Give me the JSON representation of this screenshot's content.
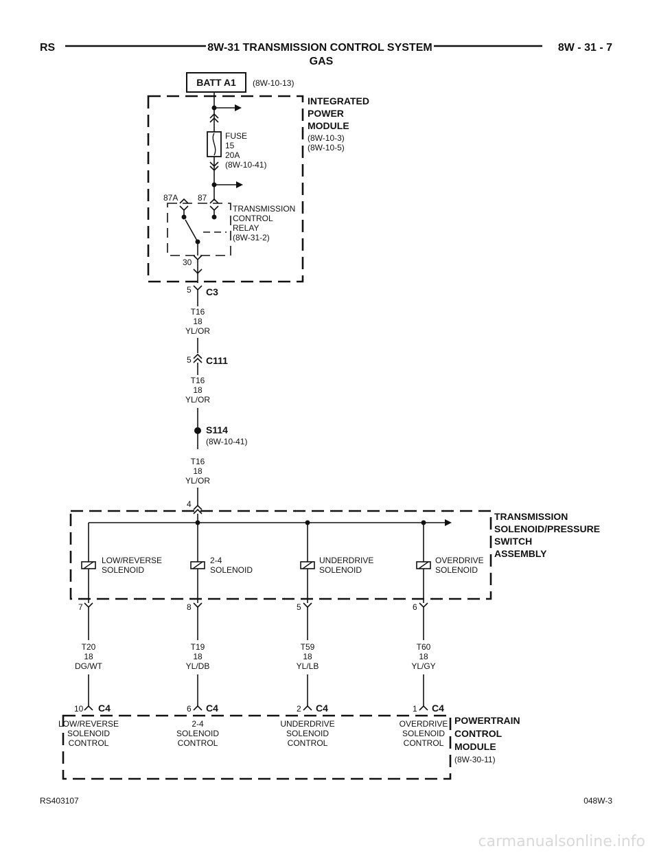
{
  "header": {
    "left": "RS",
    "title_line1": "8W-31 TRANSMISSION CONTROL SYSTEM",
    "title_line2": "GAS",
    "right": "8W - 31 - 7"
  },
  "batt": {
    "label": "BATT A1",
    "ref": "(8W-10-13)"
  },
  "ipm": {
    "line1": "INTEGRATED",
    "line2": "POWER",
    "line3": "MODULE",
    "ref1": "(8W-10-3)",
    "ref2": "(8W-10-5)"
  },
  "fuse": {
    "l1": "FUSE",
    "l2": "15",
    "l3": "20A",
    "l4": "(8W-10-41)"
  },
  "relay": {
    "pin87a": "87A",
    "pin87": "87",
    "pin30": "30",
    "l1": "TRANSMISSION",
    "l2": "CONTROL",
    "l3": "RELAY",
    "l4": "(8W-31-2)"
  },
  "c3": {
    "pin": "5",
    "name": "C3"
  },
  "wire1": {
    "circuit": "T16",
    "gauge": "18",
    "color": "YL/OR"
  },
  "c111": {
    "pin": "5",
    "name": "C111"
  },
  "wire2": {
    "circuit": "T16",
    "gauge": "18",
    "color": "YL/OR"
  },
  "s114": {
    "name": "S114",
    "ref": "(8W-10-41)"
  },
  "wire3": {
    "circuit": "T16",
    "gauge": "18",
    "color": "YL/OR"
  },
  "tsa_pin_in": "4",
  "tsa": {
    "l1": "TRANSMISSION",
    "l2": "SOLENOID/PRESSURE",
    "l3": "SWITCH",
    "l4": "ASSEMBLY"
  },
  "solenoids": [
    {
      "l1": "LOW/REVERSE",
      "l2": "SOLENOID",
      "pin": "7",
      "circuit": "T20",
      "gauge": "18",
      "color": "DG/WT",
      "pcm_pin": "10",
      "pcm_conn": "C4",
      "pcm_l1": "LOW/REVERSE",
      "pcm_l2": "SOLENOID",
      "pcm_l3": "CONTROL"
    },
    {
      "l1": "2-4",
      "l2": "SOLENOID",
      "pin": "8",
      "circuit": "T19",
      "gauge": "18",
      "color": "YL/DB",
      "pcm_pin": "6",
      "pcm_conn": "C4",
      "pcm_l1": "2-4",
      "pcm_l2": "SOLENOID",
      "pcm_l3": "CONTROL"
    },
    {
      "l1": "UNDERDRIVE",
      "l2": "SOLENOID",
      "pin": "5",
      "circuit": "T59",
      "gauge": "18",
      "color": "YL/LB",
      "pcm_pin": "2",
      "pcm_conn": "C4",
      "pcm_l1": "UNDERDRIVE",
      "pcm_l2": "SOLENOID",
      "pcm_l3": "CONTROL"
    },
    {
      "l1": "OVERDRIVE",
      "l2": "SOLENOID",
      "pin": "6",
      "circuit": "T60",
      "gauge": "18",
      "color": "YL/GY",
      "pcm_pin": "1",
      "pcm_conn": "C4",
      "pcm_l1": "OVERDRIVE",
      "pcm_l2": "SOLENOID",
      "pcm_l3": "CONTROL"
    }
  ],
  "pcm": {
    "l1": "POWERTRAIN",
    "l2": "CONTROL",
    "l3": "MODULE",
    "ref": "(8W-30-11)"
  },
  "footer": {
    "left": "RS403107",
    "right": "048W-3"
  },
  "watermark": "carmanualsonline.info"
}
